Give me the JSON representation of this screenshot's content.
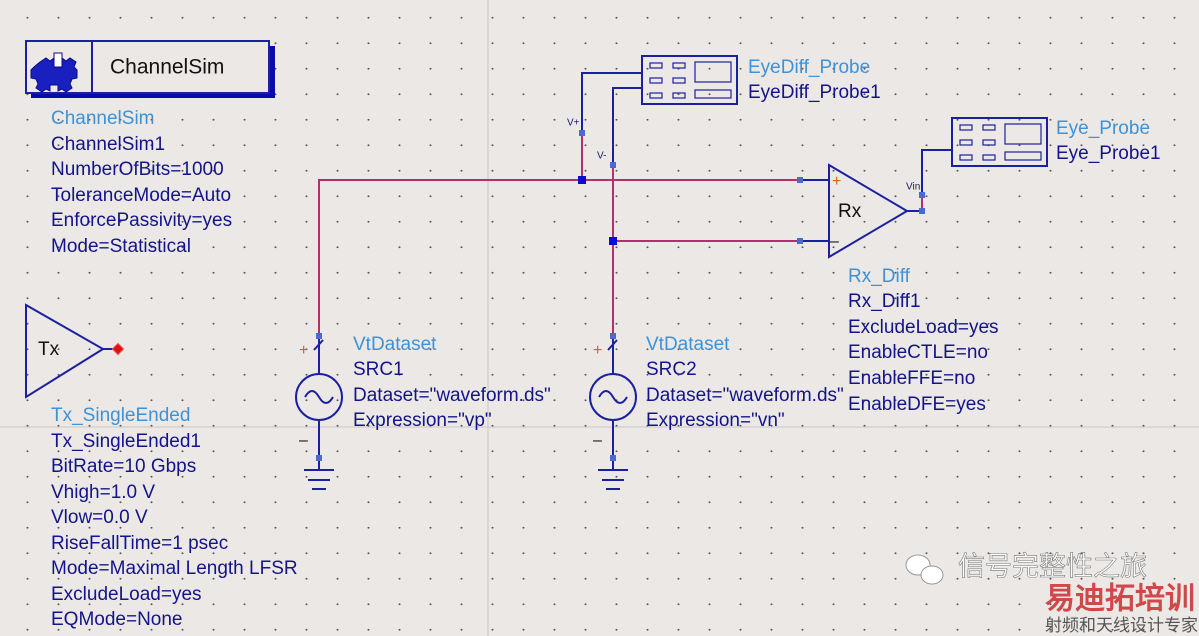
{
  "colors": {
    "wire": "#b3306e",
    "symbol": "#1a20a0",
    "type_label": "#3d92d8",
    "param_label": "#14148a",
    "background": "#ebe8e6"
  },
  "channelsim": {
    "title": "ChannelSim",
    "icon": "gear-icon",
    "type": "ChannelSim",
    "instance": "ChannelSim1",
    "params": [
      "NumberOfBits=1000",
      "ToleranceMode=Auto",
      "EnforcePassivity=yes",
      "Mode=Statistical"
    ]
  },
  "tx": {
    "symbol_label": "Tx",
    "type": "Tx_SingleEnded",
    "instance": "Tx_SingleEnded1",
    "params": [
      "BitRate=10 Gbps",
      "Vhigh=1.0 V",
      "Vlow=0.0 V",
      "RiseFallTime=1 psec",
      "Mode=Maximal Length LFSR",
      "ExcludeLoad=yes",
      "EQMode=None"
    ]
  },
  "src1": {
    "type": "VtDataset",
    "instance": "SRC1",
    "params": [
      "Dataset=\"waveform.ds\"",
      "Expression=\"vp\""
    ],
    "plus": "+",
    "minus": "–"
  },
  "src2": {
    "type": "VtDataset",
    "instance": "SRC2",
    "params": [
      "Dataset=\"waveform.ds\"",
      "Expression=\"vn\""
    ],
    "plus": "+",
    "minus": "–"
  },
  "eyediff": {
    "type": "EyeDiff_Probe",
    "instance": "EyeDiff_Probe1",
    "pin_plus": "V+",
    "pin_minus": "V-"
  },
  "eye": {
    "type": "Eye_Probe",
    "instance": "Eye_Probe1",
    "pin": "Vin"
  },
  "rx": {
    "symbol_label": "Rx",
    "plus": "+",
    "minus": "–",
    "type": "Rx_Diff",
    "instance": "Rx_Diff1",
    "params": [
      "ExcludeLoad=yes",
      "EnableCTLE=no",
      "EnableFFE=no",
      "EnableDFE=yes"
    ]
  },
  "watermark": {
    "line1": "信号完整性之旅",
    "line2": "易迪拓培训",
    "line3": "射频和天线设计专家",
    "icon": "wechat-icon"
  }
}
